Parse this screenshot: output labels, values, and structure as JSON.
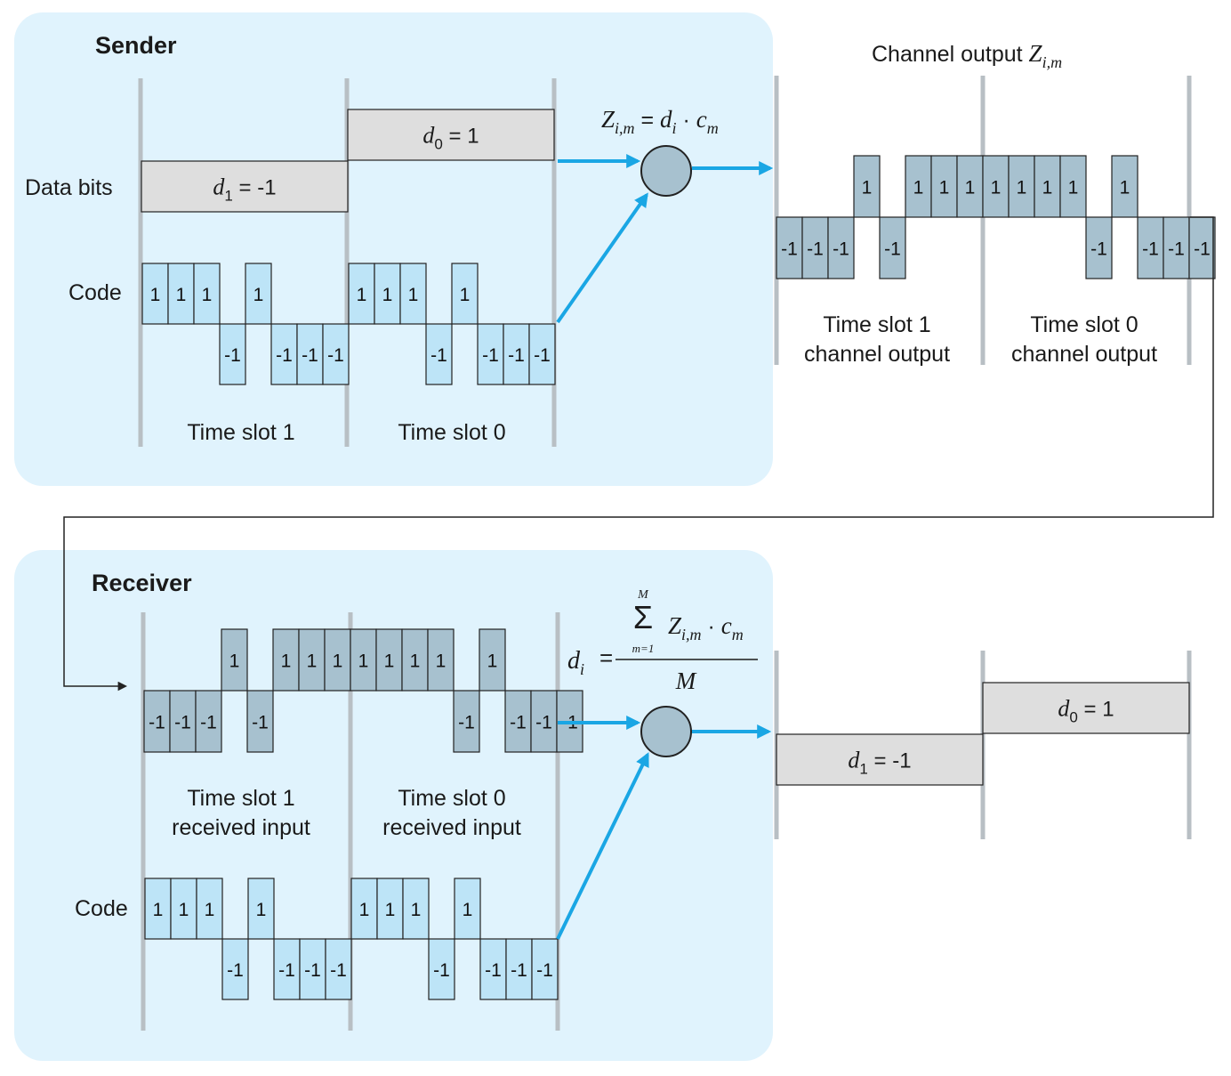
{
  "colors": {
    "panel": "#e0f3fd",
    "code_chip": "#bde4f7",
    "channel_chip": "#a7c1cf",
    "data_bit": "#dedede",
    "arrow": "#1aa6e4",
    "divider": "#b8bfc4",
    "multiplier": "#a7c1cf"
  },
  "sender": {
    "heading": "Sender",
    "data_bits_label": "Data bits",
    "code_label": "Code",
    "slot1_label": "Time slot 1",
    "slot0_label": "Time slot 0",
    "bits": [
      {
        "var": "d",
        "sub": "1",
        "eq": " = -1",
        "value": -1
      },
      {
        "var": "d",
        "sub": "0",
        "eq": " = 1",
        "value": 1
      }
    ],
    "code": [
      1,
      1,
      1,
      -1,
      1,
      -1,
      -1,
      -1
    ],
    "formula": {
      "z": "Z",
      "z_sub": "i,m",
      "eq": " = ",
      "d": "d",
      "d_sub": "i",
      "dot": " · ",
      "c": "c",
      "c_sub": "m"
    }
  },
  "channel": {
    "title": "Channel output ",
    "title_var": "Z",
    "title_sub": "i,m",
    "outputs": [
      -1,
      -1,
      -1,
      1,
      -1,
      1,
      1,
      1,
      1,
      1,
      1,
      1,
      -1,
      1,
      -1,
      -1,
      -1
    ],
    "slot1_line1": "Time slot 1",
    "slot1_line2": "channel output",
    "slot0_line1": "Time slot 0",
    "slot0_line2": "channel output"
  },
  "receiver": {
    "heading": "Receiver",
    "input_slot1_line1": "Time slot 1",
    "input_slot1_line2": "received input",
    "input_slot0_line1": "Time slot 0",
    "input_slot0_line2": "received input",
    "code_label": "Code",
    "formula": {
      "lhs": "d",
      "lhs_sub": "i",
      "equals": "=",
      "sigma": "Σ",
      "sigma_top": "M",
      "sigma_bottom": "m=1",
      "z": "Z",
      "z_sub": "i,m",
      "dot": " · ",
      "c": "c",
      "c_sub": "m",
      "denominator": "M"
    },
    "decoded": [
      {
        "var": "d",
        "sub": "1",
        "eq": " = -1",
        "value": -1
      },
      {
        "var": "d",
        "sub": "0",
        "eq": " = 1",
        "value": 1
      }
    ]
  }
}
